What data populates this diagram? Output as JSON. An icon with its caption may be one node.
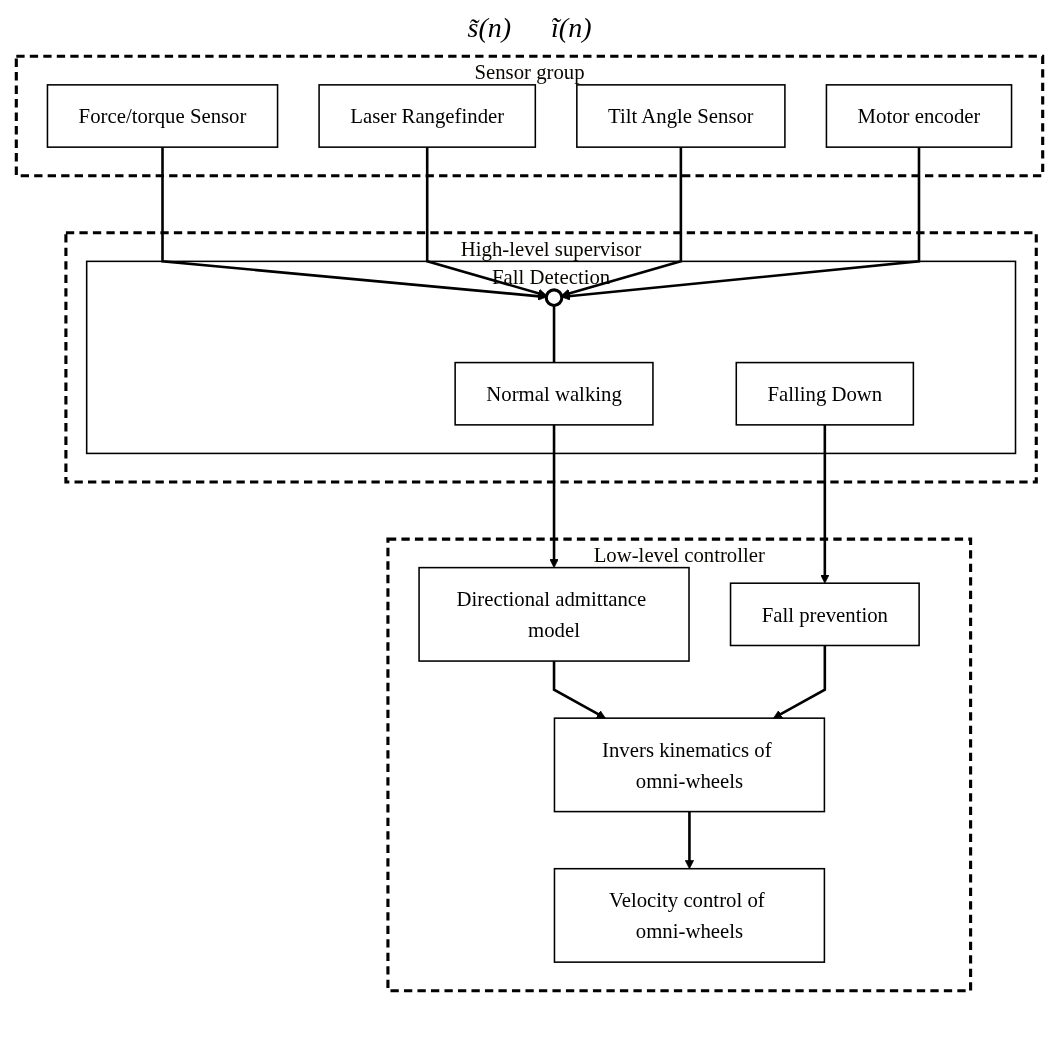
{
  "diagram": {
    "nodes": [
      {
        "text": [
          "High-level supervisor"
        ]
      },
      {
        "text": [
          "Fall Detection"
        ],
        "in": 0
      },
      {
        "text": [
          "Normal walking"
        ],
        "in": 1
      },
      {
        "text": [
          "Falling Down"
        ],
        "in": 1
      },
      {
        "text": [],
        "shape": "circle",
        "in": 1
      },
      {
        "text": [
          "Low-level controller"
        ]
      },
      {
        "text": [
          "Directional admittance model"
        ],
        "in": 5
      },
      {
        "text": [
          "Fall prevention"
        ],
        "in": 5
      },
      {
        "text": [
          "Invers kinematics of omni-wheels"
        ],
        "in": 5
      },
      {
        "text": [
          "Velocity control of omni-wheels"
        ],
        "in": 5
      },
      {
        "text": [
          "Sensor group"
        ]
      },
      {
        "text": [
          "Force/torque Sensor"
        ],
        "in": 10
      },
      {
        "text": [
          "Laser Rangefinder"
        ],
        "in": 10
      },
      {
        "text": [
          "Tilt Angle Sensor"
        ],
        "in": 10
      },
      {
        "text": [
          "Motor encoder"
        ],
        "in": 10
      }
    ],
    "edges": [
      {
        "from": 4,
        "to": 2,
        "arrow": "none"
      },
      {
        "from": 2,
        "to": 6,
        "arrow": "to"
      },
      {
        "from": 3,
        "to": 7,
        "arrow": "to"
      },
      {
        "from": 6,
        "to": 8,
        "arrow": "to"
      },
      {
        "from": 7,
        "to": 8,
        "arrow": "to"
      },
      {
        "from": 8,
        "to": 9,
        "arrow": "to"
      },
      {
        "from": 11,
        "to": 4,
        "arrow": "to"
      },
      {
        "from": 12,
        "to": 4,
        "arrow": "to"
      },
      {
        "from": 13,
        "to": 4,
        "arrow": "to"
      },
      {
        "from": 14,
        "to": 4,
        "arrow": "to"
      }
    ],
    "labels": [
      "s̃(n)",
      "ĩ(n)"
    ]
  }
}
